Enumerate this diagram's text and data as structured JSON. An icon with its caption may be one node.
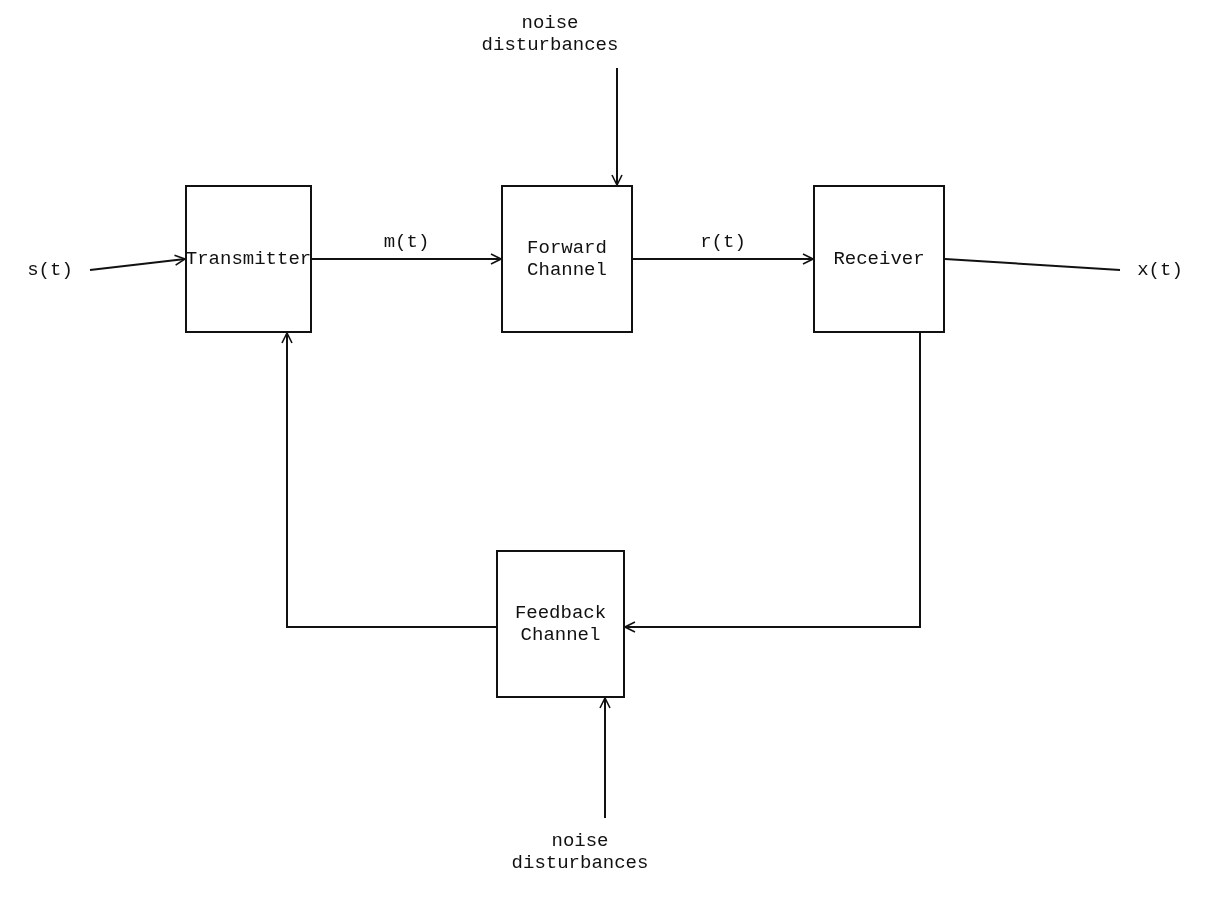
{
  "diagram": {
    "nodes": [
      {
        "text": [
          "s(t)"
        ]
      },
      {
        "text": [
          "Transmitter"
        ]
      },
      {
        "text": [
          "Forward Channel"
        ]
      },
      {
        "text": [
          "Receiver"
        ]
      },
      {
        "text": [
          "x(t)"
        ]
      },
      {
        "text": [
          "Feedback Channel"
        ]
      },
      {
        "text": [
          "noise disturbances"
        ]
      },
      {
        "text": [
          "noise disturbances"
        ]
      }
    ],
    "edges": [
      {
        "from": 0,
        "to": 1,
        "arrow": "to"
      },
      {
        "from": 1,
        "to": 2,
        "arrow": "to",
        "label": "m(t)"
      },
      {
        "from": 2,
        "to": 3,
        "arrow": "to",
        "label": "r(t)"
      },
      {
        "from": 3,
        "to": 4,
        "arrow": "none"
      },
      {
        "from": 6,
        "to": 2,
        "arrow": "to"
      },
      {
        "from": 3,
        "to": 5,
        "arrow": "to"
      },
      {
        "from": 5,
        "to": 1,
        "arrow": "to"
      },
      {
        "from": 7,
        "to": 5,
        "arrow": "to"
      }
    ]
  }
}
